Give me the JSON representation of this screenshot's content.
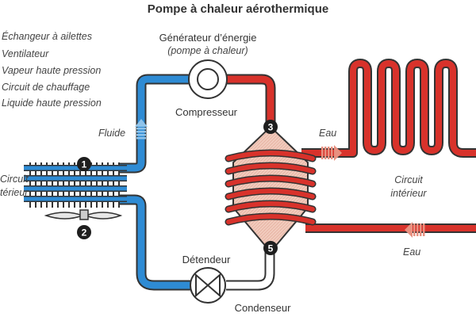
{
  "title": "Pompe à chaleur aérothermique",
  "legend": [
    "Échangeur à ailettes",
    "Ventilateur",
    "Vapeur haute pression",
    "Circuit de chauffage",
    "Liquide haute pression"
  ],
  "labels": {
    "generator_line1": "Générateur d’énergie",
    "generator_line2": "(pompe à chaleur)",
    "compresseur": "Compresseur",
    "detendeur": "Détendeur",
    "condenseur": "Condenseur",
    "fluide": "Fluide",
    "circuit_exterieur_line1": "Circuit",
    "circuit_exterieur_line2": "térieur",
    "circuit_interieur_line1": "Circuit",
    "circuit_interieur_line2": "intérieur",
    "eau_top": "Eau",
    "eau_bottom": "Eau"
  },
  "badges": [
    "1",
    "2",
    "3",
    "5"
  ],
  "colors": {
    "cold_pipe": "#2e8bd4",
    "hot_pipe": "#d8322b",
    "outline": "#333333",
    "condenser_body": "#ecb9a8"
  }
}
